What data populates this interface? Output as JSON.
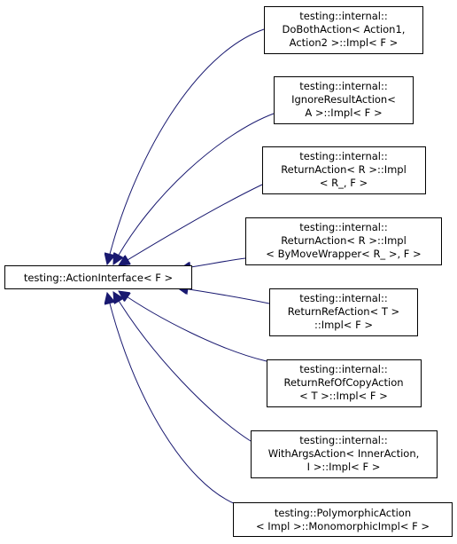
{
  "diagram": {
    "base": {
      "lines": [
        "testing::ActionInterface< F >"
      ]
    },
    "derived": [
      {
        "lines": [
          "testing::internal::",
          "DoBothAction< Action1,",
          "Action2 >::Impl< F >"
        ]
      },
      {
        "lines": [
          "testing::internal::",
          "IgnoreResultAction<",
          "A >::Impl< F >"
        ]
      },
      {
        "lines": [
          "testing::internal::",
          "ReturnAction< R >::Impl",
          "< R_, F >"
        ]
      },
      {
        "lines": [
          "testing::internal::",
          "ReturnAction< R >::Impl",
          "< ByMoveWrapper< R_ >, F >"
        ]
      },
      {
        "lines": [
          "testing::internal::",
          "ReturnRefAction< T >",
          "::Impl< F >"
        ]
      },
      {
        "lines": [
          "testing::internal::",
          "ReturnRefOfCopyAction",
          "< T >::Impl< F >"
        ]
      },
      {
        "lines": [
          "testing::internal::",
          "WithArgsAction< InnerAction,",
          "I >::Impl< F >"
        ]
      },
      {
        "lines": [
          "testing::PolymorphicAction",
          "< Impl >::MonomorphicImpl< F >"
        ]
      }
    ],
    "colors": {
      "edge": "#191970",
      "box_border": "#000000",
      "background": "#ffffff"
    }
  }
}
